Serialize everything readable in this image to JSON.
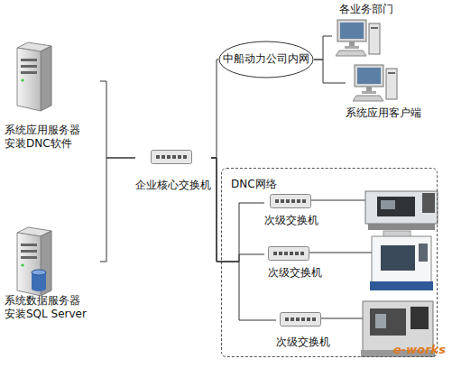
{
  "diagram": {
    "nodes": [
      {
        "text": [
          "系统应用服务器 安装DNC软件"
        ]
      },
      {
        "text": [
          "中船动力公司内网"
        ]
      },
      {
        "text": [
          "各业务部门"
        ]
      },
      {
        "text": [
          "系统应用客户端"
        ]
      },
      {
        "text": [
          "企业核心交换机"
        ]
      },
      {
        "text": [
          "DNC网络"
        ]
      },
      {
        "text": [
          "次级交换机"
        ],
        "in": 5
      },
      {
        "text": [
          "次级交换机"
        ],
        "in": 5
      },
      {
        "text": [
          "次级交换机"
        ],
        "in": 5
      },
      {
        "text": [
          "系统数据服务器 安装SQL Server"
        ]
      }
    ],
    "edges": [
      {
        "from": 0,
        "to": 4,
        "arrow": "none"
      },
      {
        "from": 9,
        "to": 4,
        "arrow": "none"
      },
      {
        "from": 4,
        "to": 1,
        "arrow": "none"
      },
      {
        "from": 1,
        "to": 2,
        "arrow": "none"
      },
      {
        "from": 1,
        "to": 3,
        "arrow": "none"
      },
      {
        "from": 4,
        "to": 6,
        "arrow": "none"
      },
      {
        "from": 4,
        "to": 7,
        "arrow": "none"
      },
      {
        "from": 4,
        "to": 8,
        "arrow": "none"
      }
    ],
    "labels": [
      "e-works"
    ]
  }
}
